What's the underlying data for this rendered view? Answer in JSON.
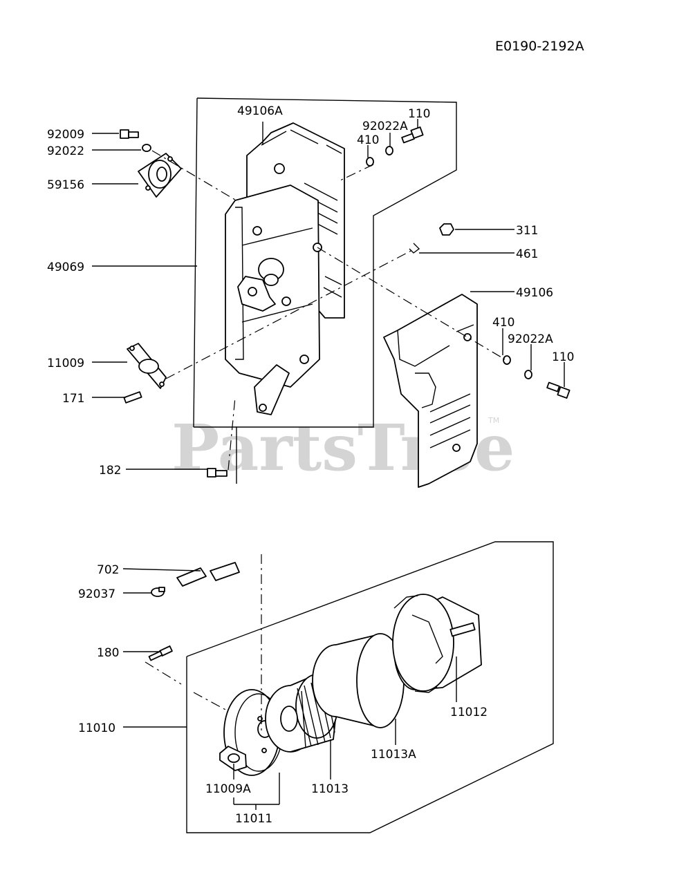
{
  "diagram": {
    "reference_code": "E0190-2192A",
    "watermark": "PartsTree",
    "watermark_mark": "TM",
    "callouts": {
      "p49106A": "49106A",
      "p92022A_top": "92022A",
      "p110_top": "110",
      "p410_top": "410",
      "p92009": "92009",
      "p92022": "92022",
      "p59156": "59156",
      "p311": "311",
      "p461": "461",
      "p49069": "49069",
      "p49106": "49106",
      "p410_right": "410",
      "p92022A_right": "92022A",
      "p110_right": "110",
      "p11009": "11009",
      "p171": "171",
      "p182": "182",
      "p702": "702",
      "p92037": "92037",
      "p180": "180",
      "p11010": "11010",
      "p11012": "11012",
      "p11013A": "11013A",
      "p11013": "11013",
      "p11009A": "11009A",
      "p11011": "11011"
    }
  }
}
